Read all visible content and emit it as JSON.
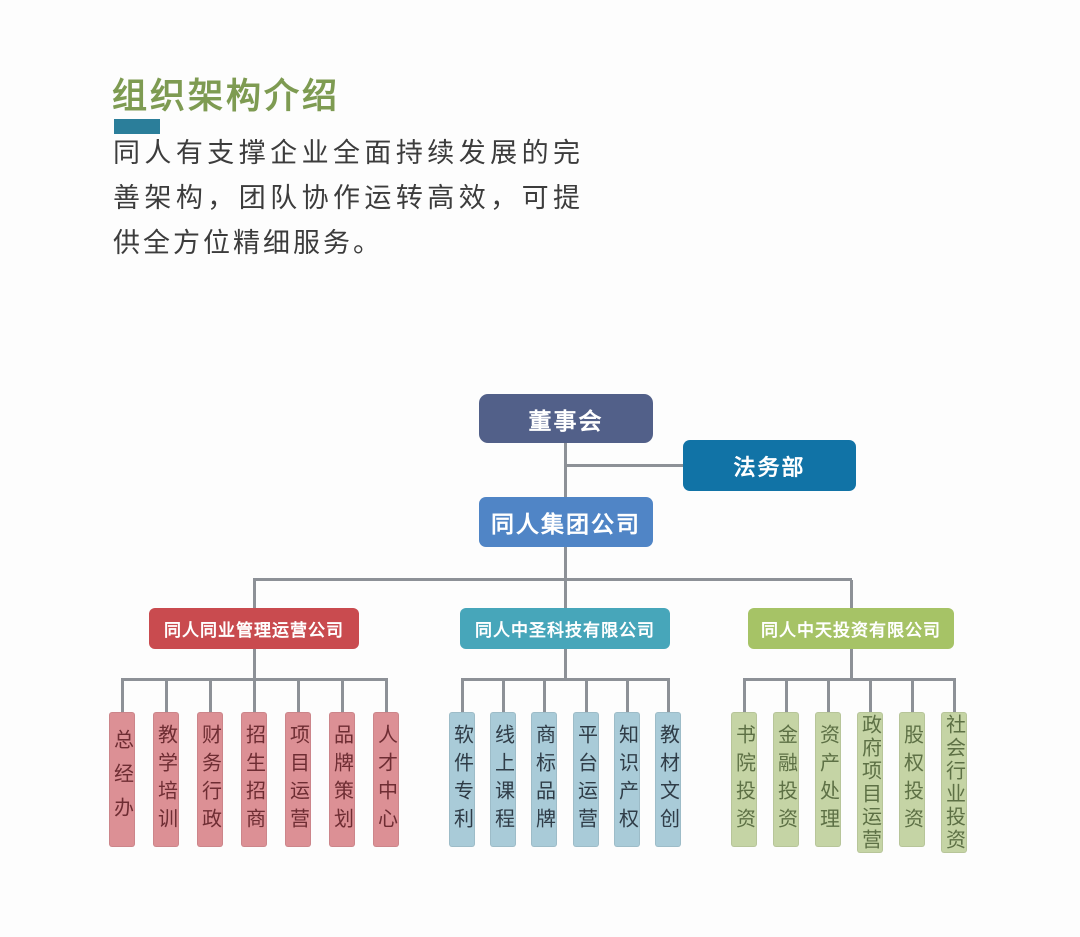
{
  "header": {
    "title": "组织架构介绍",
    "description": "同人有支撑企业全面持续发展的完善架构，团队协作运转高效，可提供全方位精细服务。",
    "title_color": "#7e9b52",
    "accent_bar_color": "#2b7e9a"
  },
  "chart": {
    "board": "董事会",
    "legal": "法务部",
    "group": "同人集团公司",
    "node_colors": {
      "board": "#526089",
      "legal": "#1173a6",
      "group": "#5085c6"
    },
    "line_color": "#8d9197",
    "branches": [
      {
        "label": "同人同业管理运营公司",
        "header_color": "#c94b4f",
        "child_bg": "#dc9095",
        "child_text_color": "#6e2d33",
        "children": [
          "总经办",
          "教学培训",
          "财务行政",
          "招生招商",
          "项目运营",
          "品牌策划",
          "人才中心"
        ]
      },
      {
        "label": "同人中圣科技有限公司",
        "header_color": "#47a6ba",
        "child_bg": "#a9cbd8",
        "child_text_color": "#2f3c47",
        "children": [
          "软件专利",
          "线上课程",
          "商标品牌",
          "平台运营",
          "知识产权",
          "教材文创"
        ]
      },
      {
        "label": "同人中天投资有限公司",
        "header_color": "#a6c366",
        "child_bg": "#c5d4a5",
        "child_text_color": "#5d7045",
        "children": [
          "书院投资",
          "金融投资",
          "资产处理",
          "政府项目运营",
          "股权投资",
          "社会行业投资"
        ]
      }
    ]
  }
}
